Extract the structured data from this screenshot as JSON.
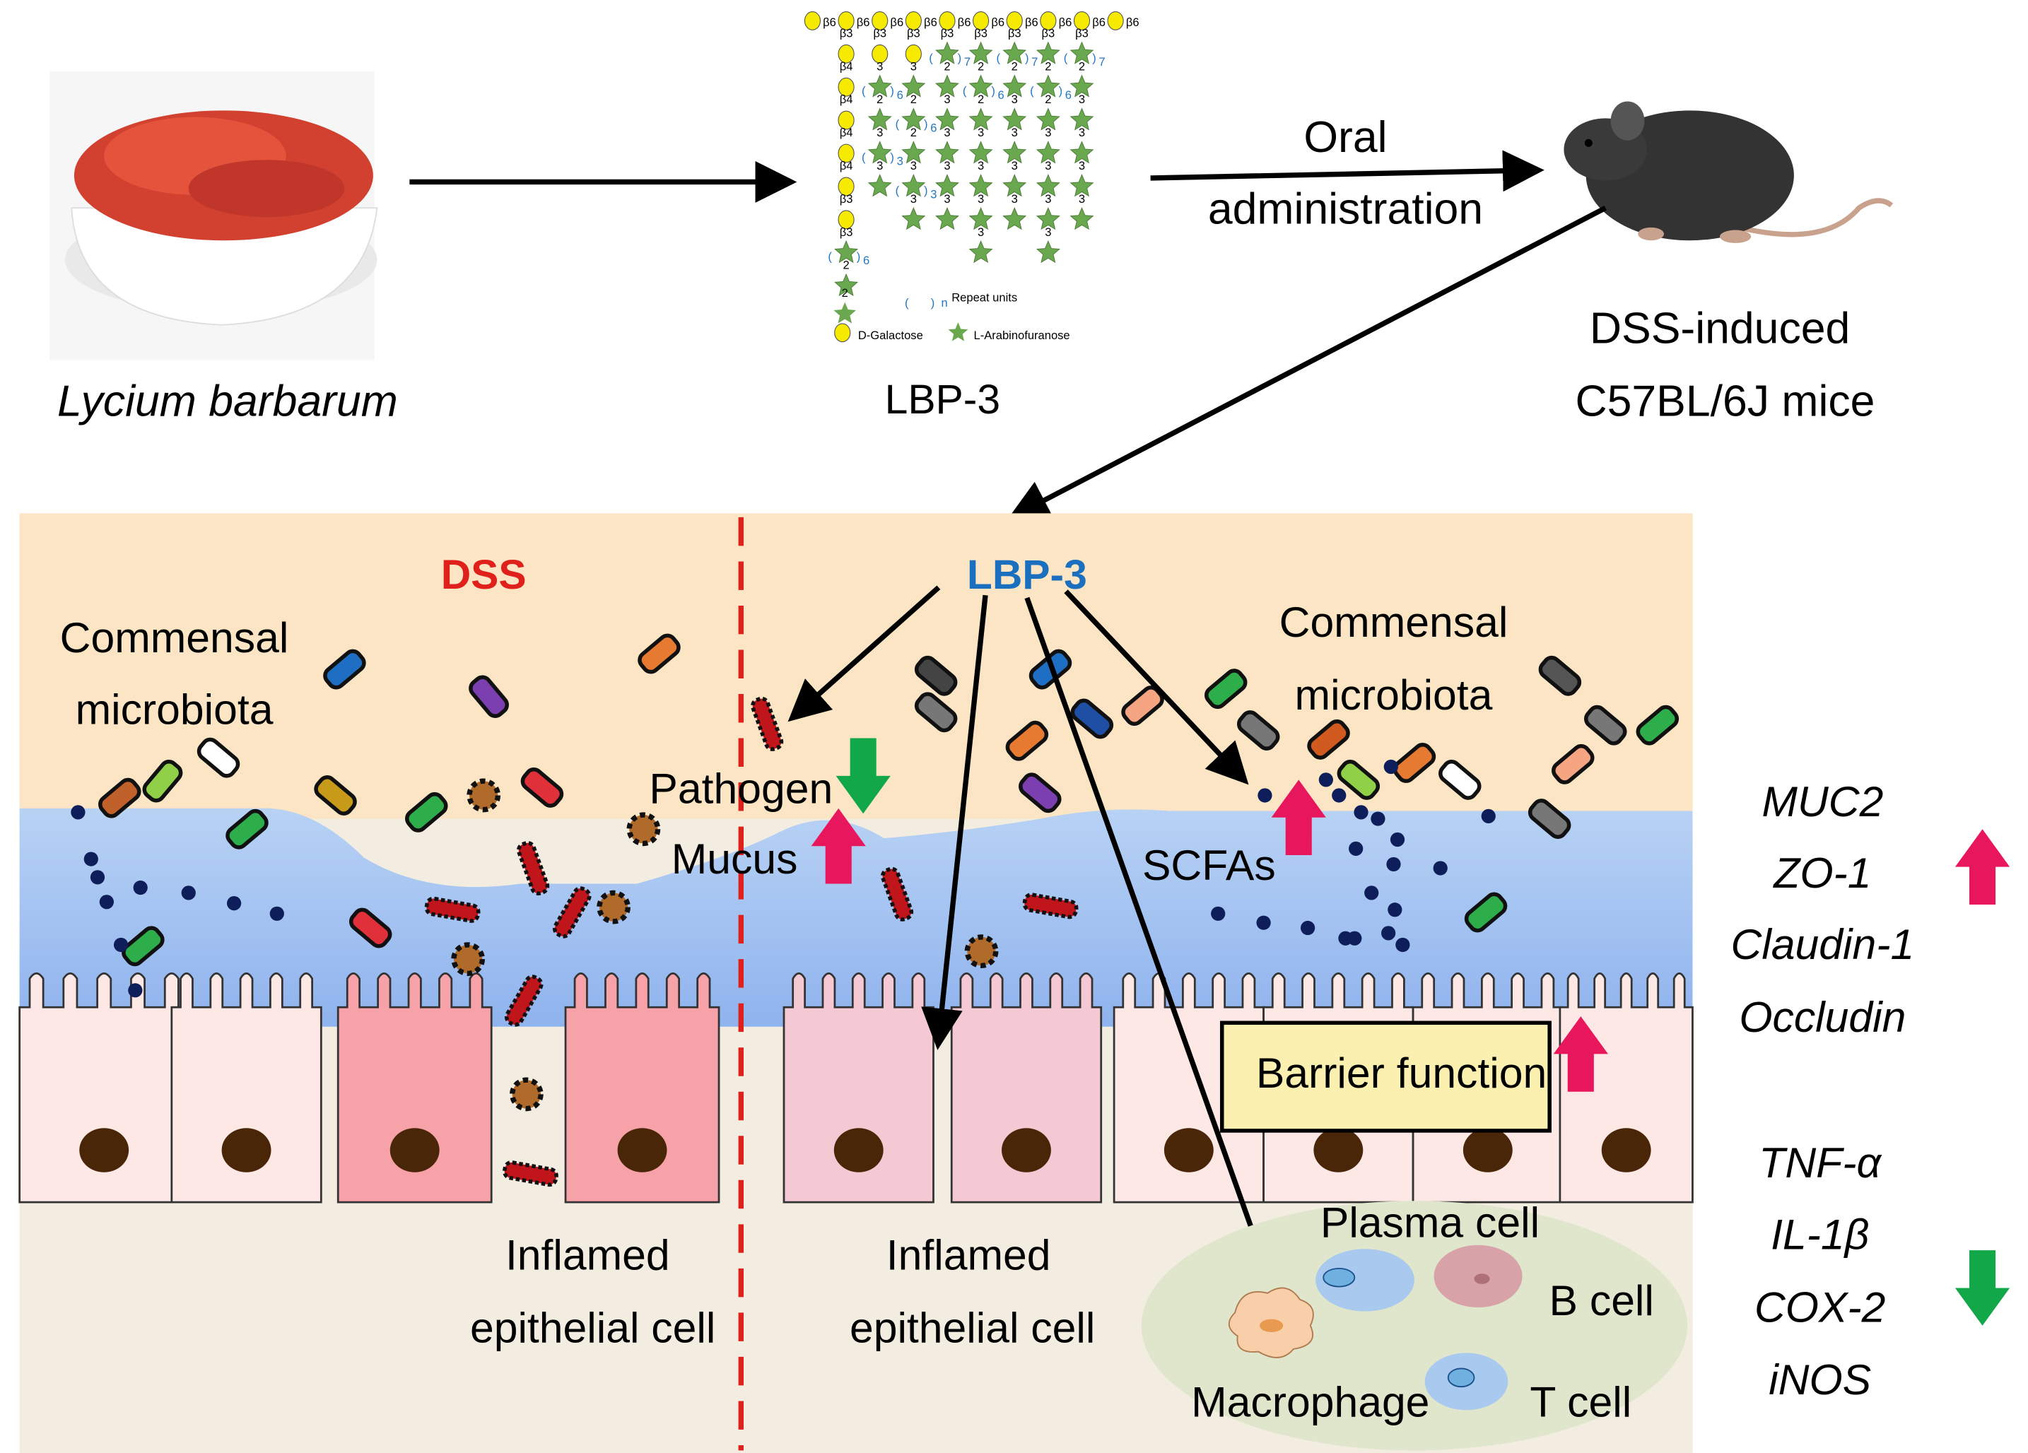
{
  "top": {
    "source_label": "Lycium barbarum",
    "compound_label": "LBP-3",
    "route_line1": "Oral",
    "route_line2": "administration",
    "model_line1": "DSS-induced",
    "model_line2": "C57BL/6J mice"
  },
  "structure": {
    "backbone_link": "β6",
    "backbone_count": 10,
    "columns": [
      [
        {
          "l": "β3",
          "u": "gal"
        },
        {
          "l": "β4",
          "u": "gal"
        },
        {
          "l": "β4",
          "u": "gal"
        },
        {
          "l": "β4",
          "u": "gal"
        },
        {
          "l": "β4",
          "u": "gal"
        },
        {
          "l": "β3",
          "u": "gal"
        },
        {
          "l": "β3",
          "u": "ara",
          "n": "6"
        },
        {
          "l": "2",
          "u": "ara"
        }
      ],
      [
        {
          "l": "β3",
          "u": "gal"
        },
        {
          "l": "3",
          "u": "ara",
          "n": "6"
        },
        {
          "l": "2",
          "u": "ara"
        },
        {
          "l": "3",
          "u": "ara",
          "n": "3"
        },
        {
          "l": "3",
          "u": "ara"
        }
      ],
      [
        {
          "l": "β3",
          "u": "gal"
        },
        {
          "l": "3",
          "u": "ara"
        },
        {
          "l": "2",
          "u": "ara",
          "n": "6"
        },
        {
          "l": "2",
          "u": "ara"
        },
        {
          "l": "3",
          "u": "ara",
          "n": "3"
        },
        {
          "l": "3",
          "u": "ara"
        }
      ],
      [
        {
          "l": "β3",
          "u": "ara",
          "n": "7"
        },
        {
          "l": "2",
          "u": "ara"
        },
        {
          "l": "3",
          "u": "ara"
        },
        {
          "l": "3",
          "u": "ara"
        },
        {
          "l": "3",
          "u": "ara"
        },
        {
          "l": "3",
          "u": "ara"
        }
      ],
      [
        {
          "l": "β3",
          "u": "ara"
        },
        {
          "l": "2",
          "u": "ara",
          "n": "6"
        },
        {
          "l": "2",
          "u": "ara"
        },
        {
          "l": "3",
          "u": "ara"
        },
        {
          "l": "3",
          "u": "ara"
        },
        {
          "l": "3",
          "u": "ara"
        },
        {
          "l": "3",
          "u": "ara"
        }
      ],
      [
        {
          "l": "β3",
          "u": "ara",
          "n": "7"
        },
        {
          "l": "2",
          "u": "ara"
        },
        {
          "l": "3",
          "u": "ara"
        },
        {
          "l": "3",
          "u": "ara"
        },
        {
          "l": "3",
          "u": "ara"
        },
        {
          "l": "3",
          "u": "ara"
        }
      ],
      [
        {
          "l": "β3",
          "u": "ara"
        },
        {
          "l": "2",
          "u": "ara",
          "n": "6"
        },
        {
          "l": "2",
          "u": "ara"
        },
        {
          "l": "3",
          "u": "ara"
        },
        {
          "l": "3",
          "u": "ara"
        },
        {
          "l": "3",
          "u": "ara"
        },
        {
          "l": "3",
          "u": "ara"
        }
      ],
      [
        {
          "l": "β3",
          "u": "ara",
          "n": "7"
        },
        {
          "l": "2",
          "u": "ara"
        },
        {
          "l": "3",
          "u": "ara"
        },
        {
          "l": "3",
          "u": "ara"
        },
        {
          "l": "3",
          "u": "ara"
        },
        {
          "l": "3",
          "u": "ara"
        }
      ]
    ],
    "legend_repeat_sub": "n",
    "legend_repeat": "Repeat units",
    "legend_galactose": "D-Galactose",
    "legend_arabinose": "L-Arabinofuranose",
    "galactose_color": "#f5ea00",
    "arabinose_color": "#6aa84f",
    "repeat_color": "#1f77c4"
  },
  "panel": {
    "dss_label": "DSS",
    "lbp_label": "LBP-3",
    "left_commensal_1": "Commensal",
    "left_commensal_2": "microbiota",
    "right_commensal_1": "Commensal",
    "right_commensal_2": "microbiota",
    "pathogen": "Pathogen",
    "mucus": "Mucus",
    "scfas": "SCFAs",
    "barrier": "Barrier function",
    "inflamed_left_1": "Inflamed",
    "inflamed_left_2": "epithelial cell",
    "inflamed_mid_1": "Inflamed",
    "inflamed_mid_2": "epithelial cell",
    "plasma_cell": "Plasma cell",
    "b_cell": "B cell",
    "macrophage": "Macrophage",
    "t_cell": "T cell"
  },
  "markers": {
    "up": [
      "MUC2",
      "ZO-1",
      "Claudin-1",
      "Occludin"
    ],
    "down": [
      "TNF-α",
      "IL-1β",
      "COX-2",
      "iNOS"
    ],
    "up_color": "#e8175d",
    "down_color": "#12a84a",
    "dss_color": "#e0201b",
    "lbp_color": "#1a6fbf"
  }
}
